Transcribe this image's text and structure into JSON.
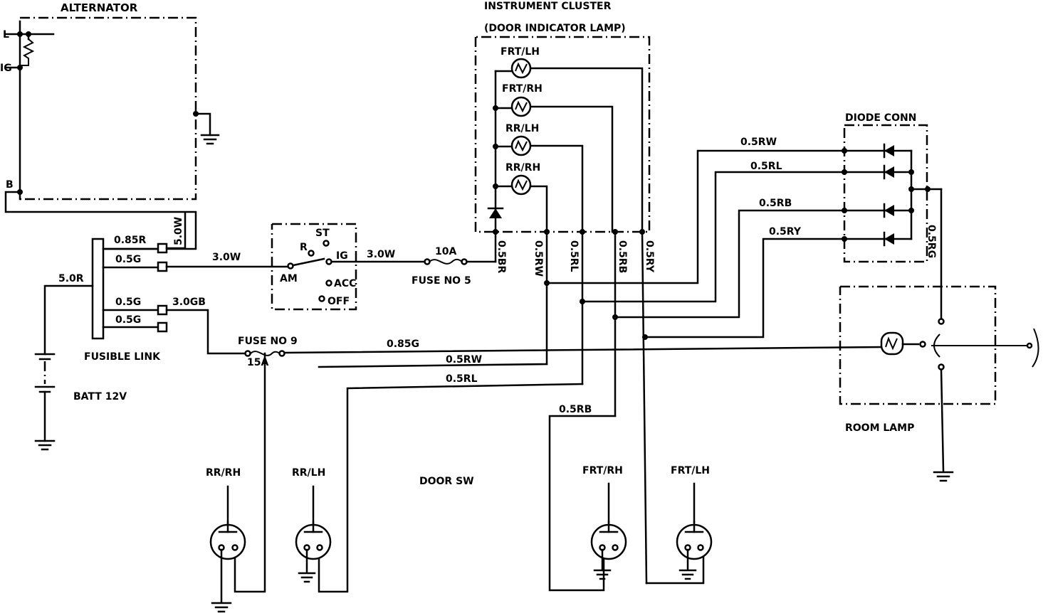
{
  "title": "INSTRUMENT CLUSTER",
  "subtitle": "(DOOR INDICATOR LAMP)",
  "components": {
    "alternator": "ALTERNATOR",
    "alt_l": "L",
    "alt_ig": "IG",
    "alt_b": "B",
    "fusible_link": "FUSIBLE LINK",
    "battery": "BATT 12V",
    "ignition_st": "ST",
    "ignition_r": "R",
    "ignition_ig": "IG",
    "ignition_am": "AM",
    "ignition_acc": "ACC",
    "ignition_off": "OFF",
    "fuse5_rating": "10A",
    "fuse5_name": "FUSE NO 5",
    "fuse9_name": "FUSE NO 9",
    "fuse9_rating": "15A",
    "diode_conn": "DIODE CONN",
    "room_lamp": "ROOM LAMP",
    "door_sw": "DOOR SW"
  },
  "cluster_lamps": [
    "FRT/LH",
    "FRT/RH",
    "RR/LH",
    "RR/RH"
  ],
  "door_switches": [
    "RR/RH",
    "RR/LH",
    "FRT/RH",
    "FRT/LH"
  ],
  "wires": {
    "w_085r": "0.85R",
    "w_50w": "5.0W",
    "w_05g_a": "0.5G",
    "w_30w_a": "3.0W",
    "w_50r": "5.0R",
    "w_05g_b": "0.5G",
    "w_30gb": "3.0GB",
    "w_05g_c": "0.5G",
    "w_30w_b": "3.0W",
    "w_05br": "0.5BR",
    "w_05rw_v": "0.5RW",
    "w_05rl_v": "0.5RL",
    "w_05rb_v": "0.5RB",
    "w_05ry_v": "0.5RY",
    "w_05rw_d": "0.5RW",
    "w_05rl_d": "0.5RL",
    "w_05rb_d": "0.5RB",
    "w_05ry_d": "0.5RY",
    "w_05rg": "0.5RG",
    "w_085g": "0.85G",
    "w_05rw_b": "0.5RW",
    "w_05rl_b": "0.5RL",
    "w_05rb_b": "0.5RB"
  }
}
